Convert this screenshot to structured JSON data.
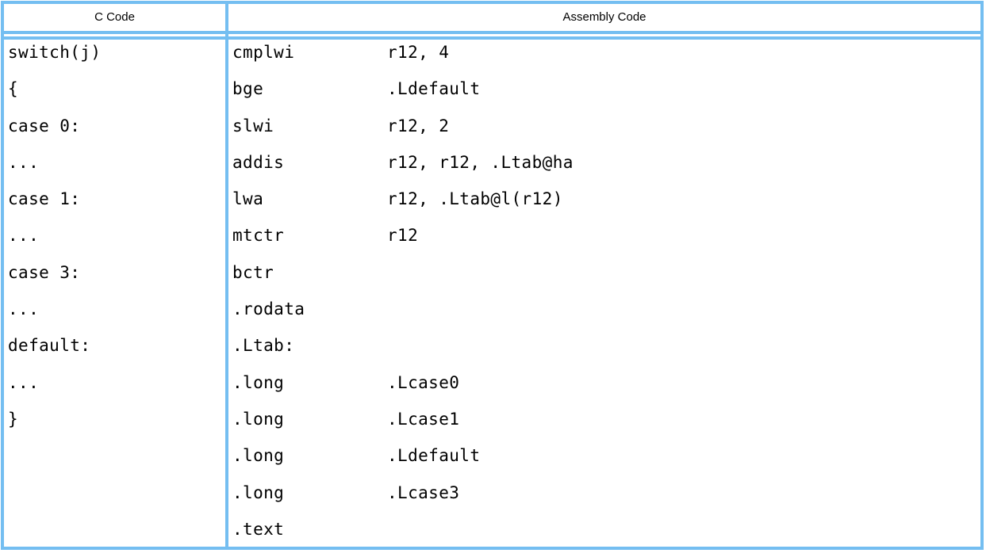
{
  "colors": {
    "border": "#74bef1",
    "text": "#000000",
    "background": "#ffffff"
  },
  "headers": {
    "c_code": "C Code",
    "assembly": "Assembly Code"
  },
  "c_code_lines": [
    "switch(j)",
    "{",
    "case 0:",
    "...",
    "case 1:",
    "...",
    "case 3:",
    "...",
    "default:",
    "...",
    "}"
  ],
  "assembly_lines": [
    {
      "mnemonic": "cmplwi",
      "operands": "r12, 4"
    },
    {
      "mnemonic": "bge",
      "operands": ".Ldefault"
    },
    {
      "mnemonic": "slwi",
      "operands": "r12, 2"
    },
    {
      "mnemonic": "addis",
      "operands": "r12, r12, .Ltab@ha"
    },
    {
      "mnemonic": "lwa",
      "operands": "r12, .Ltab@l(r12)"
    },
    {
      "mnemonic": "mtctr",
      "operands": "r12"
    },
    {
      "mnemonic": "bctr",
      "operands": ""
    },
    {
      "mnemonic": ".rodata",
      "operands": ""
    },
    {
      "mnemonic": ".Ltab:",
      "operands": ""
    },
    {
      "mnemonic": ".long",
      "operands": ".Lcase0"
    },
    {
      "mnemonic": ".long",
      "operands": ".Lcase1"
    },
    {
      "mnemonic": ".long",
      "operands": ".Ldefault"
    },
    {
      "mnemonic": ".long",
      "operands": ".Lcase3"
    },
    {
      "mnemonic": ".text",
      "operands": ""
    }
  ]
}
